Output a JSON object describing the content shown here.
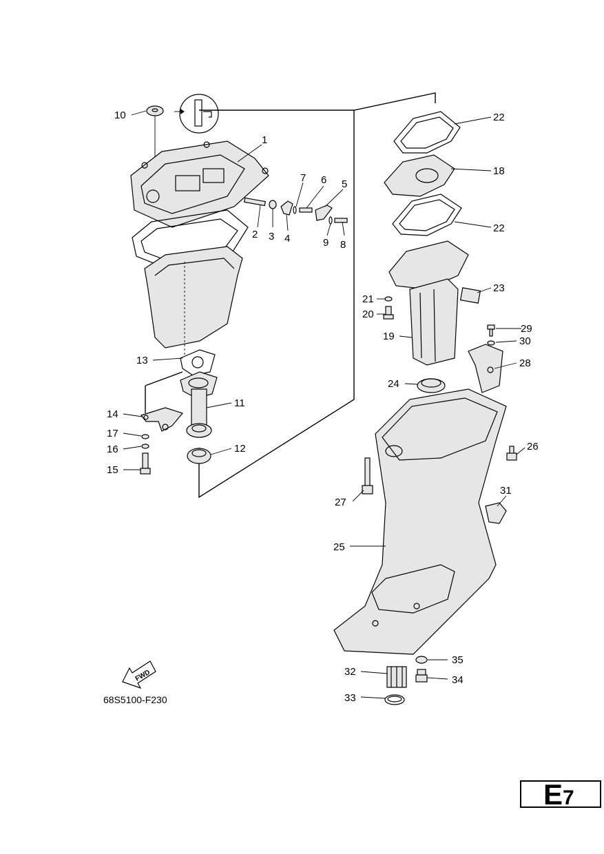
{
  "drawing_code": "68S5100-F230",
  "section": {
    "letter": "E",
    "number": "7"
  },
  "fwd_label": "FWD",
  "callouts": [
    "1",
    "2",
    "3",
    "4",
    "5",
    "6",
    "7",
    "8",
    "9",
    "10",
    "11",
    "12",
    "13",
    "14",
    "15",
    "16",
    "17",
    "18",
    "19",
    "20",
    "21",
    "22",
    "22",
    "23",
    "24",
    "25",
    "26",
    "27",
    "28",
    "29",
    "30",
    "31",
    "32",
    "33",
    "34",
    "35"
  ]
}
